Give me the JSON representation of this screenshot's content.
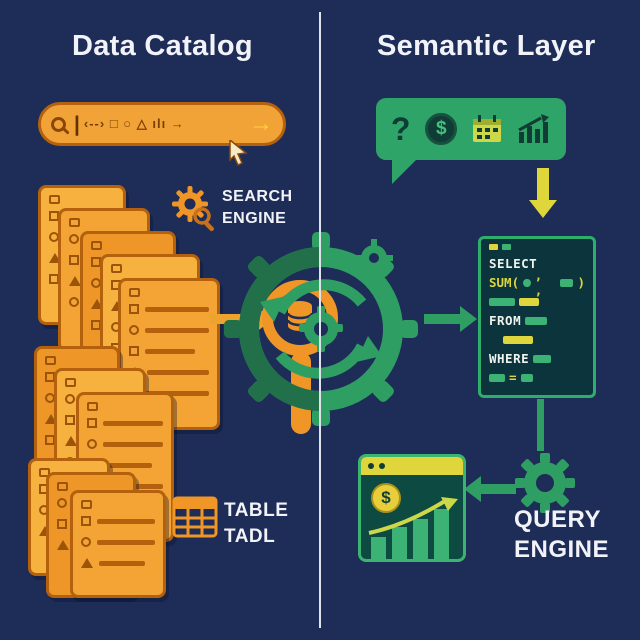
{
  "colors": {
    "background": "#1e2c58",
    "orange": "#f2a134",
    "orange_dark": "#b4620e",
    "yellow": "#ded63a",
    "green": "#2fa369",
    "teal_dark": "#0c343c",
    "text_white": "#f1f3f8"
  },
  "left": {
    "title": "Data Catalog",
    "search_bar": {
      "cursor": "|",
      "glyphs": "‹--› □ ○ △ ılı →",
      "submit_arrow": "→"
    },
    "search_engine_label": {
      "line1": "SEARCH",
      "line2": "ENGINE"
    },
    "table_label": {
      "line1": "TABLE",
      "line2": "TADL"
    }
  },
  "right": {
    "title": "Semantic Layer",
    "bubble": {
      "question_mark": "?",
      "dollar": "$"
    },
    "sql_panel": {
      "select": "SELECT",
      "sum_open": "SUM(",
      "separators": ", ,",
      "close_paren": ")",
      "from": "FROM",
      "where": "WHERE",
      "equals": "="
    },
    "chart_window": {
      "dollar": "$"
    },
    "query_engine_label": {
      "line1": "QUERY",
      "line2": "ENGINE"
    }
  }
}
